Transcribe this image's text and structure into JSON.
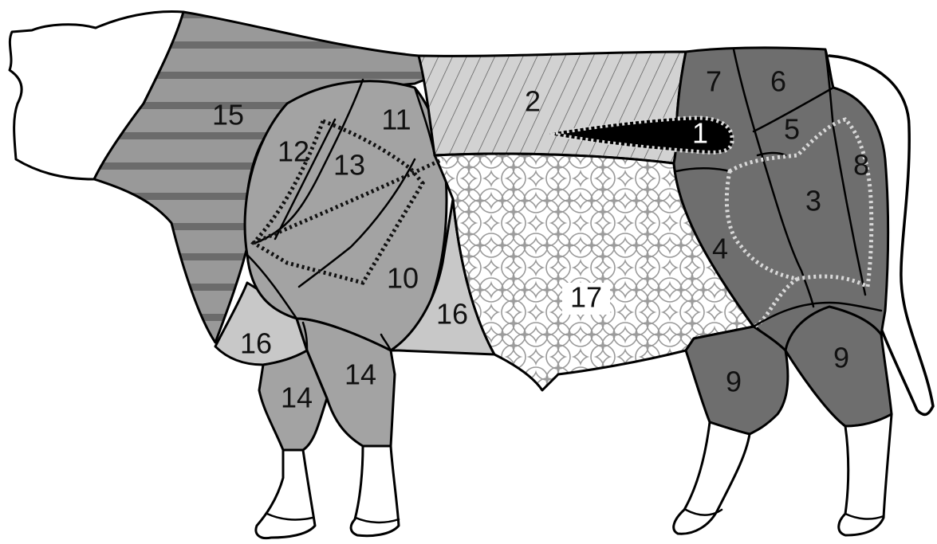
{
  "diagram": {
    "fills": {
      "head": "#ffffff",
      "hoof": "#ffffff",
      "neck_striped": "#999999",
      "stripe": "#6b6b6b",
      "shoulder": "#a3a3a3",
      "shank_light": "#c8c8c8",
      "loin_hatched": "#d2d2d2",
      "flank_circles": "#ffffff",
      "circle_stroke": "#9a9a9a",
      "hind_dark": "#6e6e6e",
      "tenderloin": "#000000"
    },
    "labels": {
      "l1": "1",
      "l2": "2",
      "l3": "3",
      "l4": "4",
      "l5": "5",
      "l6": "6",
      "l7": "7",
      "l8": "8",
      "l9a": "9",
      "l9b": "9",
      "l10": "10",
      "l11": "11",
      "l12": "12",
      "l13": "13",
      "l14a": "14",
      "l14b": "14",
      "l15": "15",
      "l16a": "16",
      "l16b": "16",
      "l17": "17"
    }
  }
}
